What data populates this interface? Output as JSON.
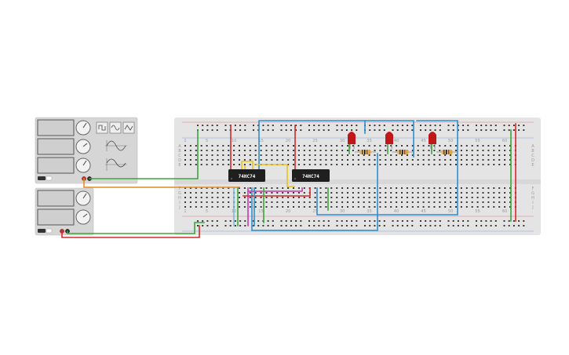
{
  "colors": {
    "background": "#ffffff",
    "breadboard": "#e4e4e4",
    "breadboard_hole": "#3a3a3a",
    "rail_red": "#d42a2a",
    "rail_blue": "#2a72c8",
    "instrument_body": "#d6d6d6",
    "instrument_screen": "#cfcfcf",
    "chip_body": "#1f1f1f",
    "wire_green": "#3aa63a",
    "wire_orange": "#e58a1f",
    "wire_red": "#d42a2a",
    "wire_blue": "#2b8fd0",
    "wire_yellow": "#e8c31a",
    "wire_magenta": "#c83aa8",
    "wire_lightblue": "#7fb8d8",
    "led_red": "#c01818"
  },
  "instruments": {
    "function_generator": {
      "name": "function-generator",
      "waveform_buttons": [
        "square-wave-icon",
        "sine-wave-icon",
        "triangle-wave-icon"
      ]
    },
    "power_supply": {
      "name": "power-supply"
    }
  },
  "breadboard": {
    "column_numbers": [
      "1",
      "5",
      "10",
      "15",
      "20",
      "25",
      "30",
      "35",
      "40",
      "45",
      "50",
      "55",
      "60"
    ],
    "row_letters_top": [
      "A",
      "B",
      "C",
      "D",
      "E"
    ],
    "row_letters_bottom": [
      "F",
      "G",
      "H",
      "I",
      "J"
    ]
  },
  "chips": [
    {
      "label": "74HC74"
    },
    {
      "label": "74HC74"
    }
  ],
  "leds": [
    "red-led",
    "red-led",
    "red-led"
  ],
  "resistors": [
    "resistor",
    "resistor",
    "resistor"
  ]
}
